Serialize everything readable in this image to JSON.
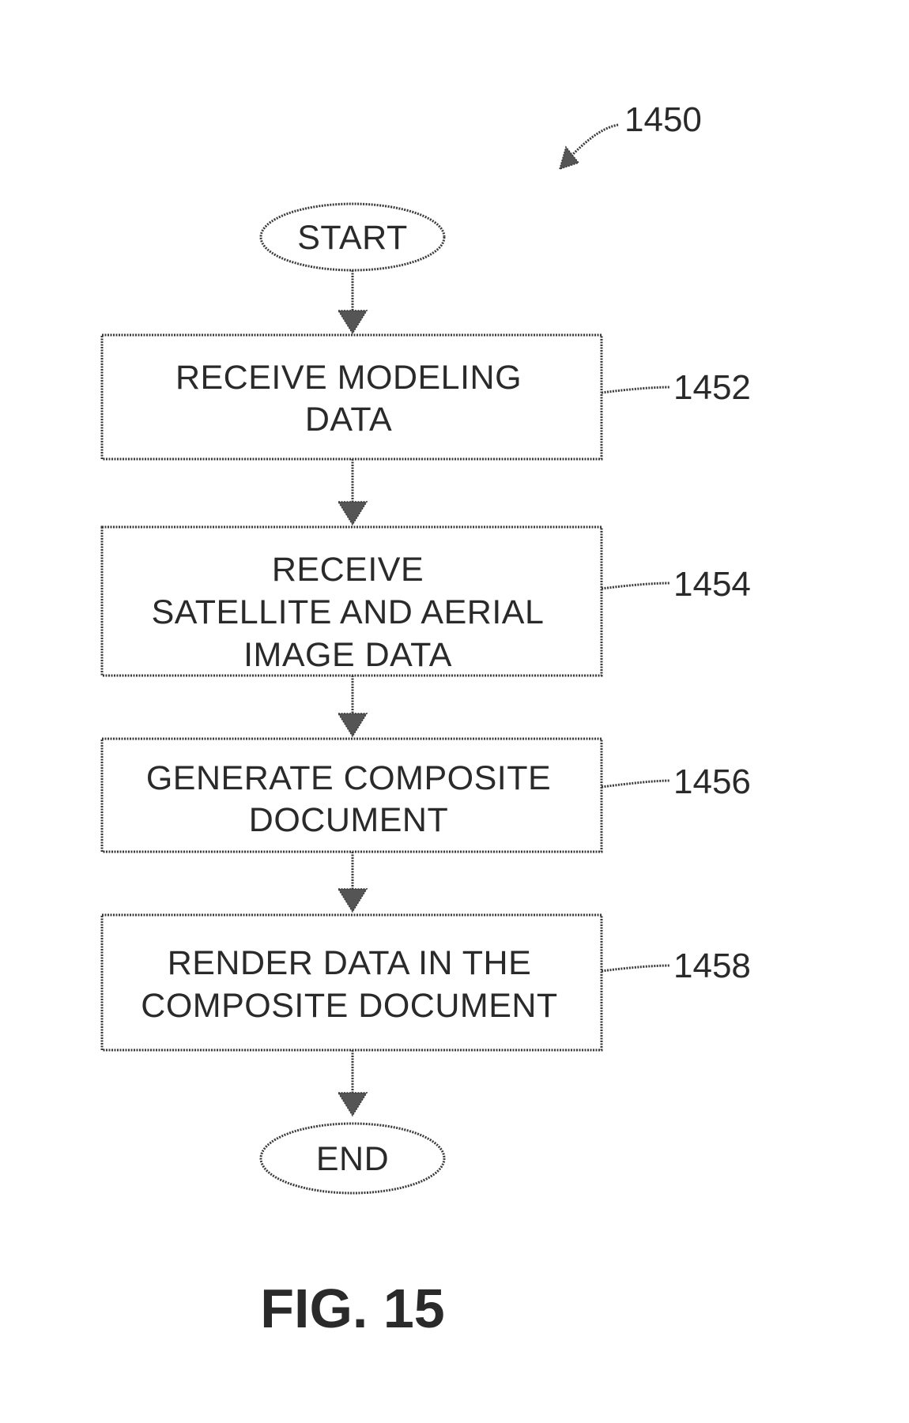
{
  "figure": {
    "reference_number": "1450",
    "caption": "FIG. 15",
    "start_label": "START",
    "end_label": "END",
    "steps": [
      {
        "ref": "1452",
        "lines": [
          "RECEIVE MODELING",
          "DATA"
        ]
      },
      {
        "ref": "1454",
        "lines": [
          "RECEIVE",
          "SATELLITE AND AERIAL",
          "IMAGE DATA"
        ]
      },
      {
        "ref": "1456",
        "lines": [
          "GENERATE COMPOSITE",
          "DOCUMENT"
        ]
      },
      {
        "ref": "1458",
        "lines": [
          "RENDER DATA IN THE",
          "COMPOSITE DOCUMENT"
        ]
      }
    ]
  }
}
